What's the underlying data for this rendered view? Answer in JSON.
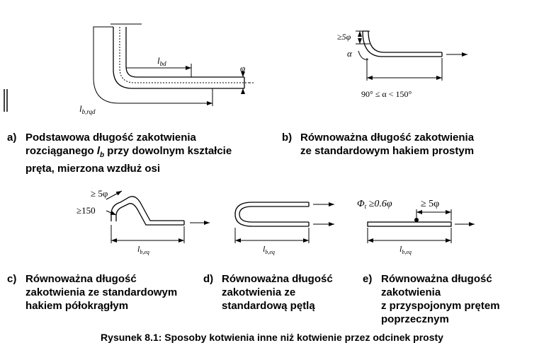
{
  "figure": {
    "title": "Rysunek 8.1: Sposoby kotwienia inne niż kotwienie przez odcinek prosty",
    "panels": {
      "a": {
        "letter": "a)",
        "line1": "Podstawowa długość zakotwienia",
        "line2_pre": "rozciąganego ",
        "line2_sym": "l",
        "line2_sub": "b",
        "line2_post": " przy dowolnym kształcie",
        "line3": "pręta, mierzona wzdłuż osi",
        "label_lbd_main": "l",
        "label_lbd_sub": "bd",
        "label_lbrqd_main": "l",
        "label_lbrqd_sub": "b,rqd",
        "label_phi": "φ"
      },
      "b": {
        "letter": "b)",
        "line1": "Równoważna długość zakotwienia",
        "line2": "ze standardowym hakiem prostym",
        "label_5phi": "≥5φ",
        "label_alpha": "α",
        "angle_range": "90° ≤ α < 150°"
      },
      "c": {
        "letter": "c)",
        "line1": "Równoważna długość",
        "line2": "zakotwienia ze standardowym",
        "line3": "hakiem półokrągłym",
        "label_5phi": "≥ 5φ",
        "label_150": "≥150",
        "label_lbeq_main": "l",
        "label_lbeq_sub": "b,eq"
      },
      "d": {
        "letter": "d)",
        "line1": "Równoważna długość",
        "line2": "zakotwienia ze",
        "line3": "standardową pętlą",
        "label_lbeq_main": "l",
        "label_lbeq_sub": "b,eq"
      },
      "e": {
        "letter": "e)",
        "line1": "Równoważna długość",
        "line2": "zakotwienia",
        "line3": "z przyspojonym prętem",
        "line4": "poprzecznym",
        "label_phit_main": "Φ",
        "label_phit_sub": "t",
        "label_phit_post": " ≥0.6φ",
        "label_5phi": "≥ 5φ",
        "label_lbeq_main": "l",
        "label_lbeq_sub": "b,eq"
      }
    }
  }
}
